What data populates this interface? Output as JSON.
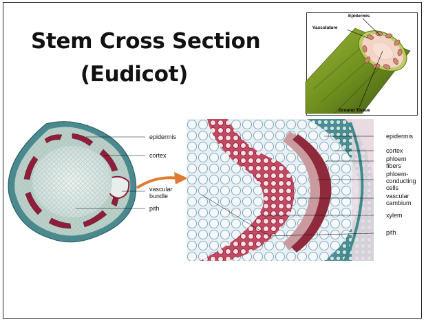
{
  "slide": {
    "title_line1": "Stem Cross Section",
    "title_line2": "(Eudicot)"
  },
  "inset": {
    "epidermis": "Epidermis",
    "vasculature": "Vasculature",
    "ground_tissue": "Ground Tissue"
  },
  "whole_stem_labels": {
    "epidermis": "epidermis",
    "cortex": "cortex",
    "vascular_bundle": "vascular bundle",
    "pith": "pith"
  },
  "closeup_labels": {
    "epidermis": "epidermis",
    "cortex": "cortex",
    "phloem_fibers": "phloem fibers",
    "phloem_conducting_cells": "phloem-conducting cells",
    "vascular_cambium": "vascular cambium",
    "xylem": "xylem",
    "pith": "pith"
  },
  "colors": {
    "arrow": "#e07a2e",
    "stain_red": "#9c1f3a",
    "stain_teal": "#3e8a8c",
    "stem_green": "#6f8f1e"
  }
}
